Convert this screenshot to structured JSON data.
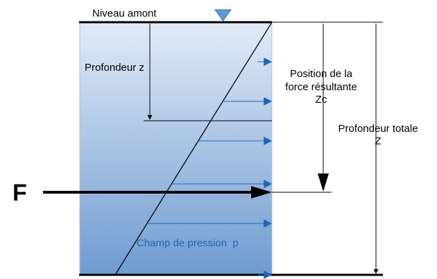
{
  "labels": {
    "upstream_level": "Niveau amont",
    "depth_z": "Profondeur z",
    "resultant_position_line1": "Position de la",
    "resultant_position_line2": "force résultante",
    "resultant_position_line3": "Zc",
    "total_depth_line1": "Profondeur totale",
    "total_depth_line2": "Z",
    "force": "F",
    "pressure_field": "Champ de pression  p"
  },
  "colors": {
    "water_top": "#e2ebf7",
    "water_bottom": "#6f9bd0",
    "water_border": "#a9bfd9",
    "pressure_arrow": "#1f64b4",
    "level_marker": "#5b9bd5",
    "line": "#000000"
  },
  "icons": {
    "level_marker": "inverted-triangle-icon"
  }
}
